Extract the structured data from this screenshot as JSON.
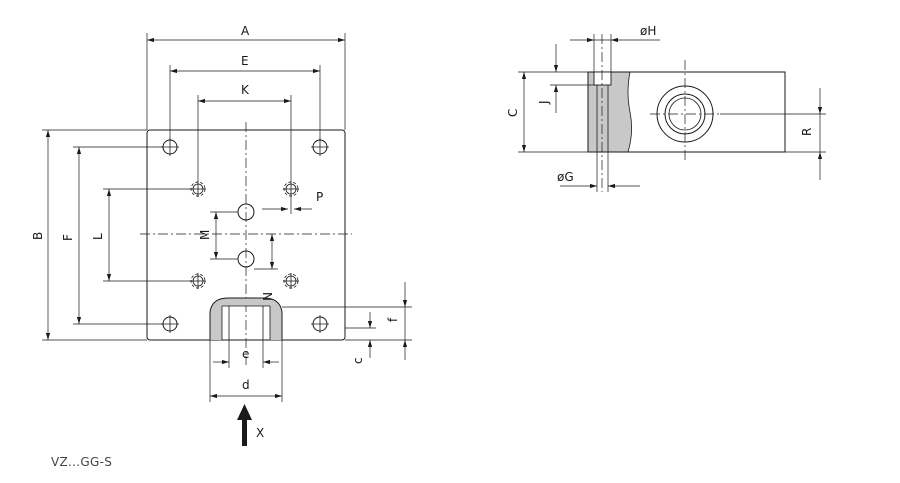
{
  "labels": {
    "A": "A",
    "E": "E",
    "K": "K",
    "B": "B",
    "F": "F",
    "L": "L",
    "M": "M",
    "P": "P",
    "N": "N",
    "f": "f",
    "c": "c",
    "e": "e",
    "d": "d",
    "X": "X",
    "H": "øH",
    "C": "C",
    "J": "J",
    "R": "R",
    "G": "øG"
  },
  "caption": "VZ...GG-S"
}
